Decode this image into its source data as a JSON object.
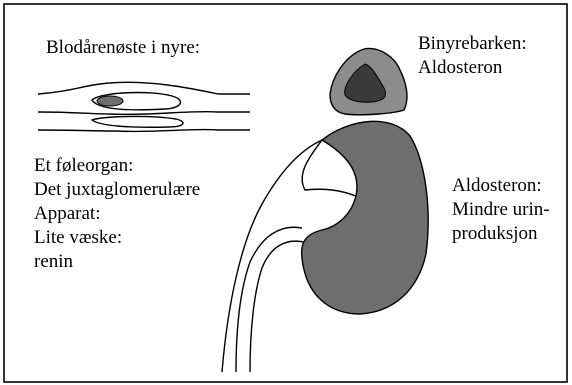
{
  "labels": {
    "vessels_title": "Blodårenøste i nyre:",
    "adrenal": {
      "line1": "Binyrebarken:",
      "line2": "Aldosteron"
    },
    "sensor": {
      "line1": "Et føleorgan:",
      "line2": "Det juxtaglomerulære",
      "line3": "Apparat:",
      "line4": "Lite væske:",
      "line5": "renin"
    },
    "effect": {
      "line1": "Aldosteron:",
      "line2": "Mindre urin-",
      "line3": "produksjon"
    }
  },
  "colors": {
    "kidney_fill": "#6e6e6e",
    "adrenal_outer": "#8c8c8c",
    "adrenal_inner": "#3a3a3a",
    "outline": "#000000",
    "background": "#ffffff"
  }
}
